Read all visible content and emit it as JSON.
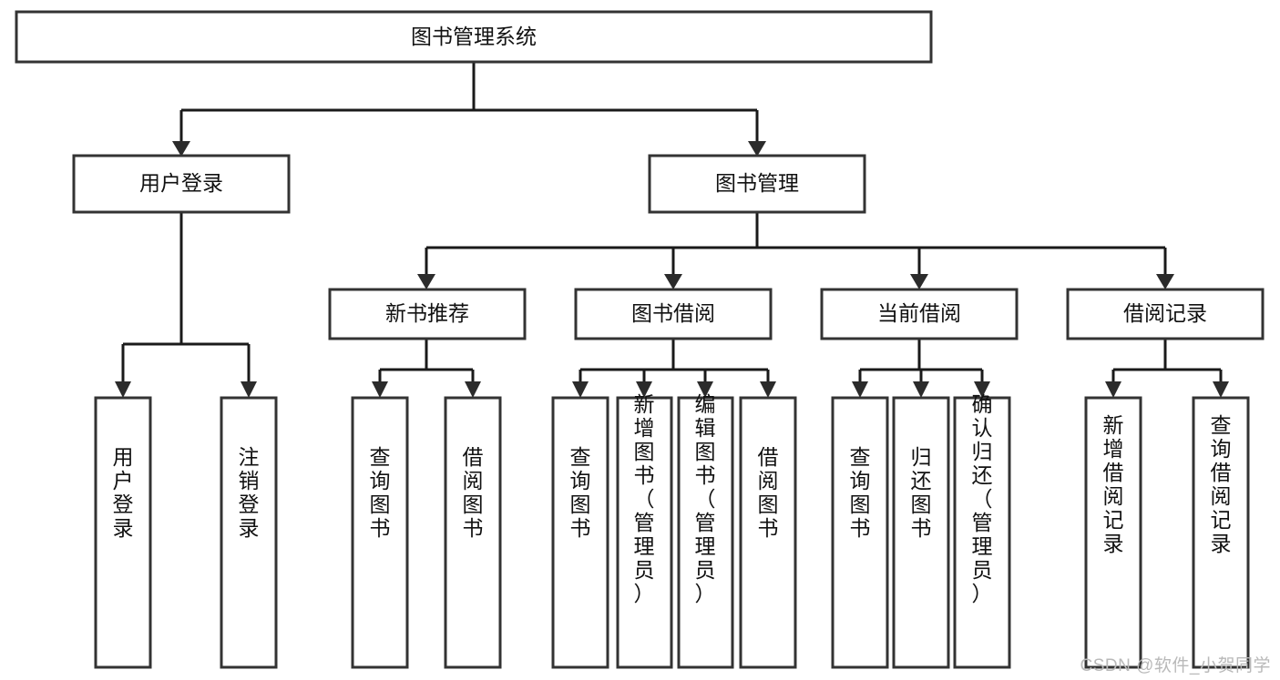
{
  "diagram": {
    "title": "图书管理系统",
    "watermark": "CSDN @软件_小贺同学",
    "levels": {
      "root": {
        "label": "图书管理系统"
      },
      "level2": [
        {
          "label": "用户登录"
        },
        {
          "label": "图书管理"
        }
      ],
      "level3": [
        {
          "label": "新书推荐"
        },
        {
          "label": "图书借阅"
        },
        {
          "label": "当前借阅"
        },
        {
          "label": "借阅记录"
        }
      ],
      "leaves": {
        "user_login": [
          {
            "label": "用户登录"
          },
          {
            "label": "注销登录"
          }
        ],
        "new_book_recommend": [
          {
            "label": "查询图书"
          },
          {
            "label": "借阅图书"
          }
        ],
        "book_borrow": [
          {
            "label": "查询图书"
          },
          {
            "label": "新增图书（管理员）"
          },
          {
            "label": "编辑图书（管理员）"
          },
          {
            "label": "借阅图书"
          }
        ],
        "current_borrow": [
          {
            "label": "查询图书"
          },
          {
            "label": "归还图书"
          },
          {
            "label": "确认归还（管理员）"
          }
        ],
        "borrow_record": [
          {
            "label": "新增借阅记录"
          },
          {
            "label": "查询借阅记录"
          }
        ]
      }
    },
    "colors": {
      "box_stroke": "#333333",
      "box_fill": "#ffffff",
      "line": "#1a1a1a",
      "text": "#111111",
      "watermark": "#b9b9b9"
    }
  },
  "chart_data": {
    "type": "diagram",
    "title": "图书管理系统",
    "structure": "tree",
    "nodes": [
      {
        "id": "root",
        "label": "图书管理系统",
        "level": 0,
        "parent": null
      },
      {
        "id": "user_login",
        "label": "用户登录",
        "level": 1,
        "parent": "root"
      },
      {
        "id": "book_mgmt",
        "label": "图书管理",
        "level": 1,
        "parent": "root"
      },
      {
        "id": "new_book",
        "label": "新书推荐",
        "level": 2,
        "parent": "book_mgmt"
      },
      {
        "id": "book_borrow",
        "label": "图书借阅",
        "level": 2,
        "parent": "book_mgmt"
      },
      {
        "id": "current_borrow",
        "label": "当前借阅",
        "level": 2,
        "parent": "book_mgmt"
      },
      {
        "id": "borrow_record",
        "label": "借阅记录",
        "level": 2,
        "parent": "book_mgmt"
      },
      {
        "id": "l1",
        "label": "用户登录",
        "level": 3,
        "parent": "user_login"
      },
      {
        "id": "l2",
        "label": "注销登录",
        "level": 3,
        "parent": "user_login"
      },
      {
        "id": "l3",
        "label": "查询图书",
        "level": 3,
        "parent": "new_book"
      },
      {
        "id": "l4",
        "label": "借阅图书",
        "level": 3,
        "parent": "new_book"
      },
      {
        "id": "l5",
        "label": "查询图书",
        "level": 3,
        "parent": "book_borrow"
      },
      {
        "id": "l6",
        "label": "新增图书（管理员）",
        "level": 3,
        "parent": "book_borrow"
      },
      {
        "id": "l7",
        "label": "编辑图书（管理员）",
        "level": 3,
        "parent": "book_borrow"
      },
      {
        "id": "l8",
        "label": "借阅图书",
        "level": 3,
        "parent": "book_borrow"
      },
      {
        "id": "l9",
        "label": "查询图书",
        "level": 3,
        "parent": "current_borrow"
      },
      {
        "id": "l10",
        "label": "归还图书",
        "level": 3,
        "parent": "current_borrow"
      },
      {
        "id": "l11",
        "label": "确认归还（管理员）",
        "level": 3,
        "parent": "current_borrow"
      },
      {
        "id": "l12",
        "label": "新增借阅记录",
        "level": 3,
        "parent": "borrow_record"
      },
      {
        "id": "l13",
        "label": "查询借阅记录",
        "level": 3,
        "parent": "borrow_record"
      }
    ]
  }
}
